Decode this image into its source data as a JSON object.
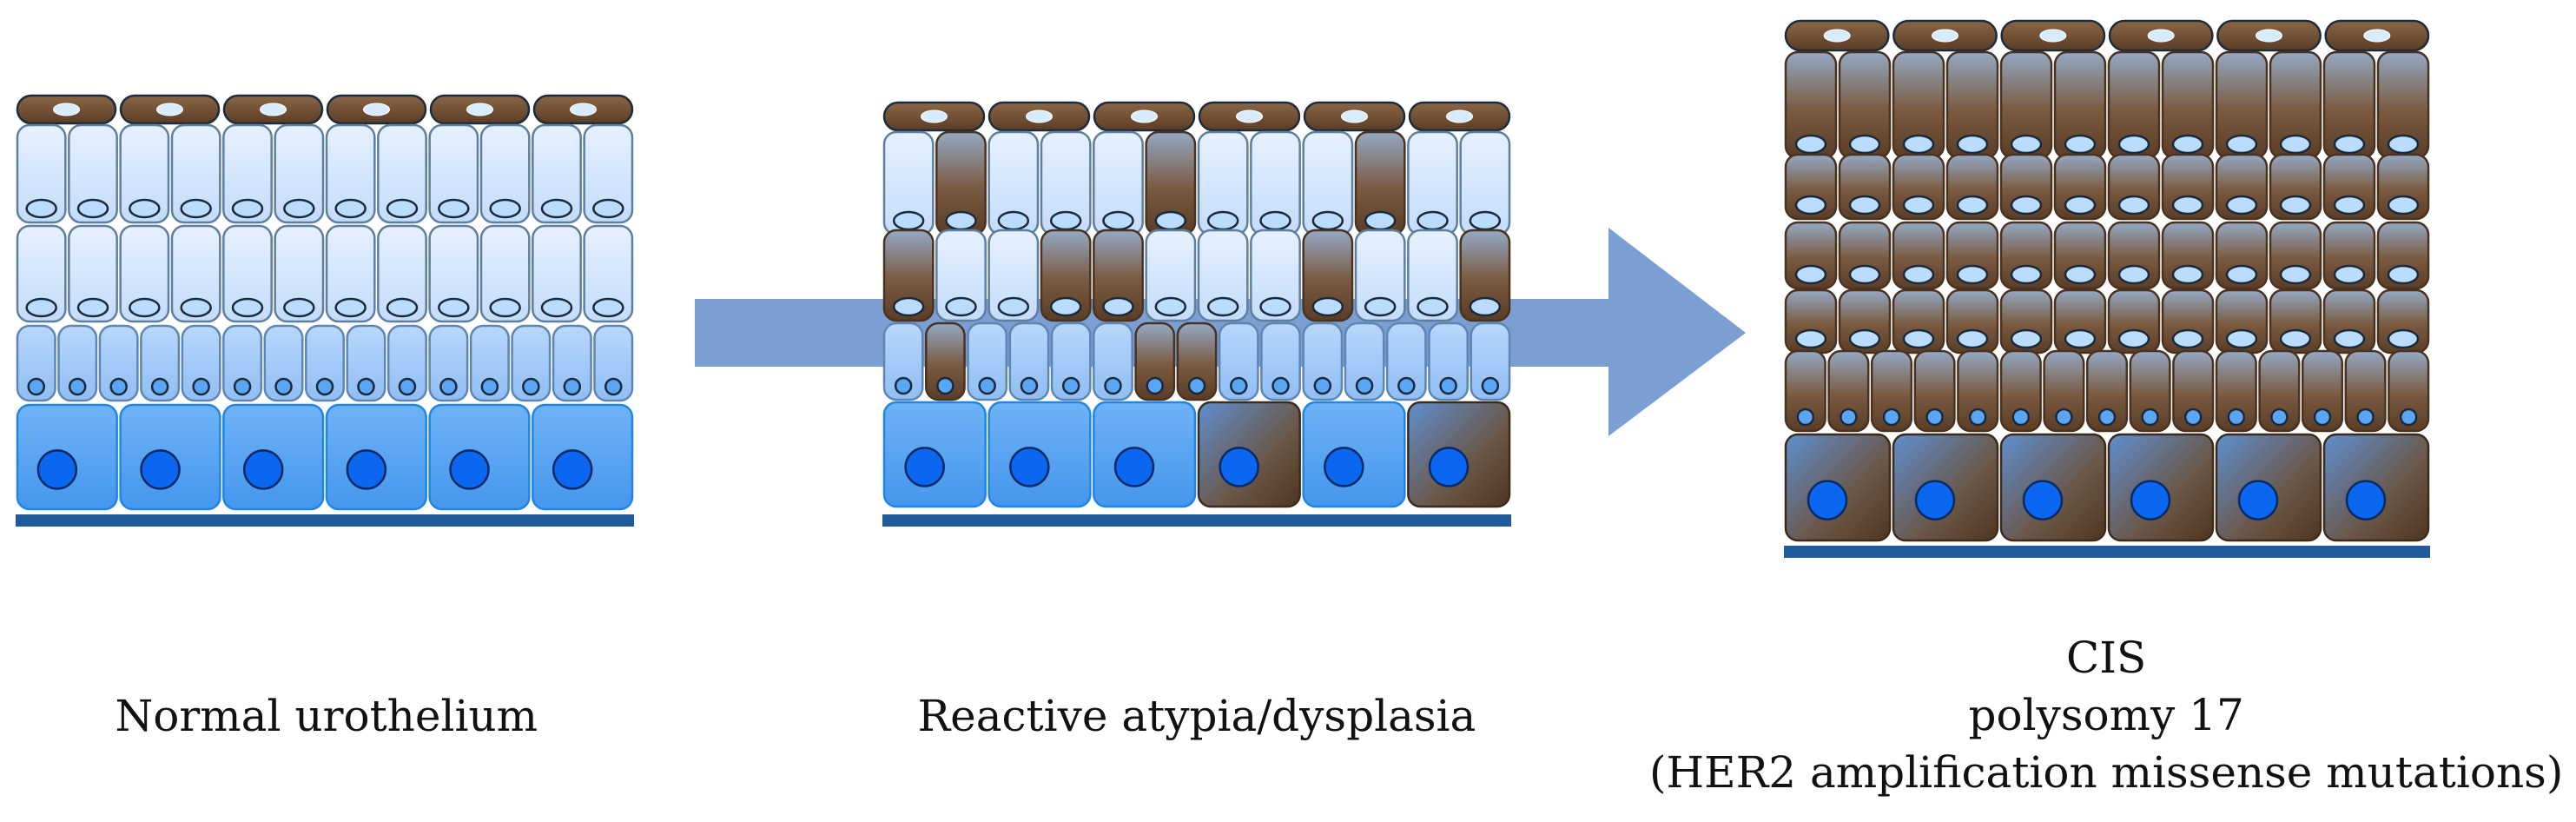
{
  "colors": {
    "background": "#ffffff",
    "arrow": "#7b9fd3",
    "basement_membrane": "#1f5a9c",
    "umbrella_brown": "#6e4a2d",
    "umbrella_nucleus": "#d8ecff",
    "pale_cell": "#d3e6ff",
    "intermediate_cell": "#a8cdf8",
    "basal_cell": "#56a4f2",
    "basal_nucleus": "#0b66f0",
    "brown_cell": "#6a4a30",
    "outline": "#1d2c3c"
  },
  "panels": [
    {
      "caption_lines": [
        "Normal urothelium"
      ],
      "umbrella_cells": 6,
      "superficial_cells": 12,
      "middle_cells": 12,
      "intermediate_cells": 15,
      "basal_cells": 6,
      "brown_superficial": [],
      "brown_middle": [],
      "brown_intermediate": [],
      "brown_basal": []
    },
    {
      "caption_lines": [
        "Reactive atypia/dysplasia"
      ],
      "umbrella_cells": 6,
      "superficial_cells": 12,
      "middle_cells": 12,
      "intermediate_cells": 15,
      "basal_cells": 6,
      "brown_superficial": [
        1,
        5,
        9
      ],
      "brown_middle": [
        0,
        3,
        4,
        8,
        11
      ],
      "brown_intermediate": [
        1,
        6,
        7
      ],
      "brown_basal": [
        3,
        5
      ]
    },
    {
      "caption_lines": [
        "CIS",
        "polysomy 17",
        "(HER2 amplification missense mutations)"
      ],
      "umbrella_cells": 6,
      "superficial_cells": 12,
      "middle_cells": 12,
      "intermediate_cells": 15,
      "basal_cells": 6,
      "all_brown": true
    }
  ],
  "arrow": {
    "icon": "right-arrow-icon"
  }
}
